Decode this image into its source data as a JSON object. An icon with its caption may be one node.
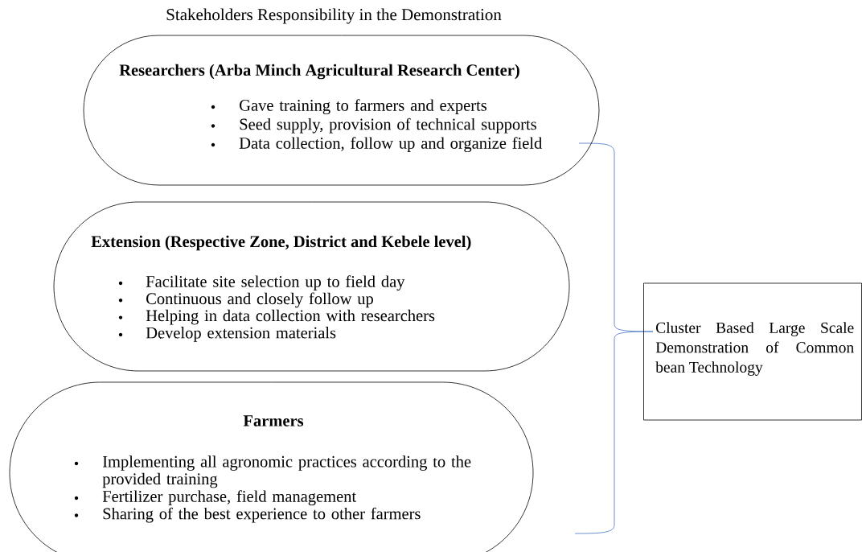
{
  "diagram": {
    "title": "Stakeholders Responsibility in the Demonstration",
    "nodes": [
      {
        "text": [
          "Researchers (Arba Minch Agricultural Research Center)",
          "Gave training to farmers and experts",
          "Seed supply, provision of technical supports",
          "Data collection, follow up and organize field"
        ]
      },
      {
        "text": [
          "Extension (Respective Zone, District and Kebele level)",
          "Facilitate site selection up to field day",
          "Continuous and closely follow up",
          "Helping in data collection with researchers",
          "Develop extension materials"
        ]
      },
      {
        "text": [
          "Farmers",
          "Implementing all agronomic practices according to the provided training",
          "Fertilizer purchase, field management",
          "Sharing of the best experience to other farmers"
        ]
      },
      {
        "text": [
          "Cluster Based Large Scale Demonstration of Common bean Technology"
        ]
      }
    ]
  }
}
